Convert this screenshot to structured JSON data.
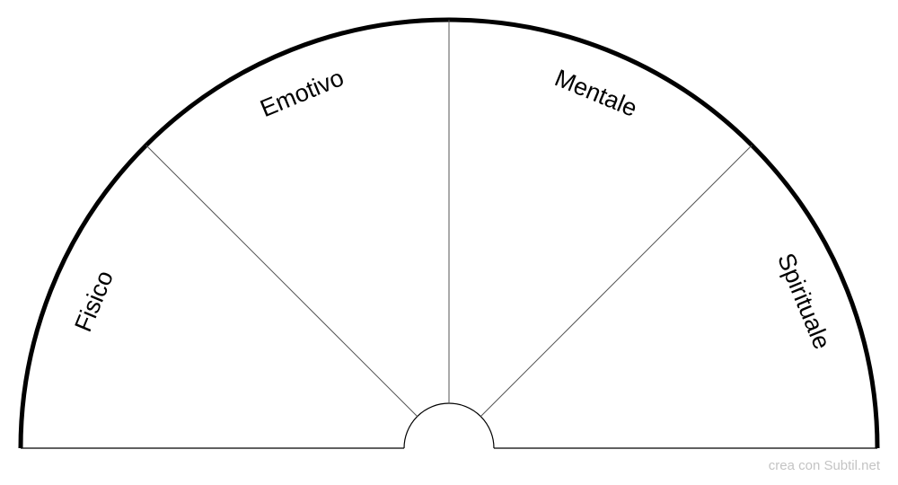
{
  "diagram": {
    "type": "semicircle-pendulum-chart",
    "sectors": [
      {
        "label": "Fisico"
      },
      {
        "label": "Emotivo"
      },
      {
        "label": "Mentale"
      },
      {
        "label": "Spirituale"
      }
    ],
    "colors": {
      "outline": "#000000",
      "divider": "#555555",
      "background": "#ffffff",
      "credit": "#c4c4c4"
    }
  },
  "footer": {
    "credit": "crea con Subtil.net"
  }
}
